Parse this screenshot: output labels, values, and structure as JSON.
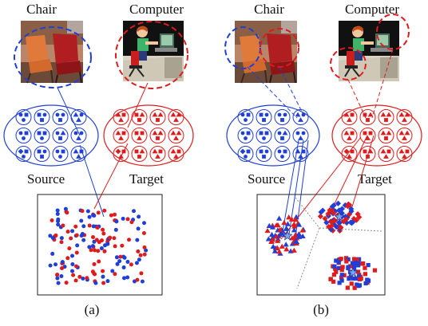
{
  "panels": [
    {
      "id": "a",
      "caption": "(a)",
      "image_labels": {
        "chair": "Chair",
        "computer": "Computer"
      },
      "domain_labels": {
        "source": "Source",
        "target": "Target"
      }
    },
    {
      "id": "b",
      "caption": "(b)",
      "image_labels": {
        "chair": "Chair",
        "computer": "Computer"
      },
      "domain_labels": {
        "source": "Source",
        "target": "Target"
      }
    }
  ],
  "colors": {
    "source": "#1f3fd6",
    "target": "#e01b1b",
    "star": "#7aa3ff",
    "divider": "#8a8a8a"
  },
  "icons": [
    "photo-chair",
    "photo-computer-user",
    "square-marker",
    "circle-marker",
    "triangle-marker",
    "diamond-marker",
    "star-marker"
  ]
}
